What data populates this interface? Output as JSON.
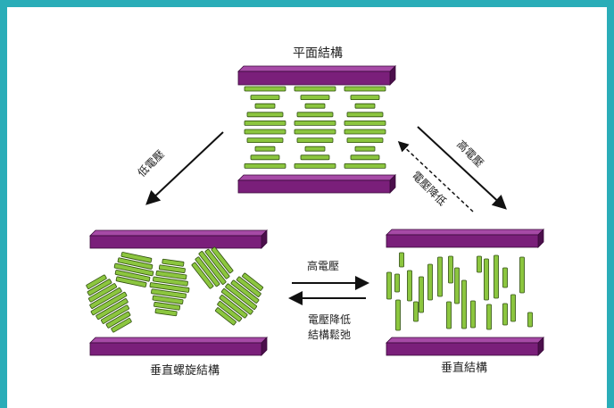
{
  "labels": {
    "top": "平面結構",
    "left": "垂直螺旋結構",
    "right": "垂直結構",
    "arrow_top_left": "低電壓",
    "arrow_top_right": "高電壓",
    "arrow_top_right_back": "電壓降低",
    "arrow_middle_right": "高電壓",
    "arrow_middle_left_line1": "電壓降低",
    "arrow_middle_left_line2": "結構鬆弛"
  },
  "colors": {
    "frame": "#2aadb8",
    "background": "#ffffff",
    "plate": "#7a1f7a",
    "plate_top": "#a64aa6",
    "plate_side": "#4c0f4c",
    "molecule": "#8cc63f",
    "molecule_stroke": "#2f4f0f",
    "arrow": "#111111"
  }
}
